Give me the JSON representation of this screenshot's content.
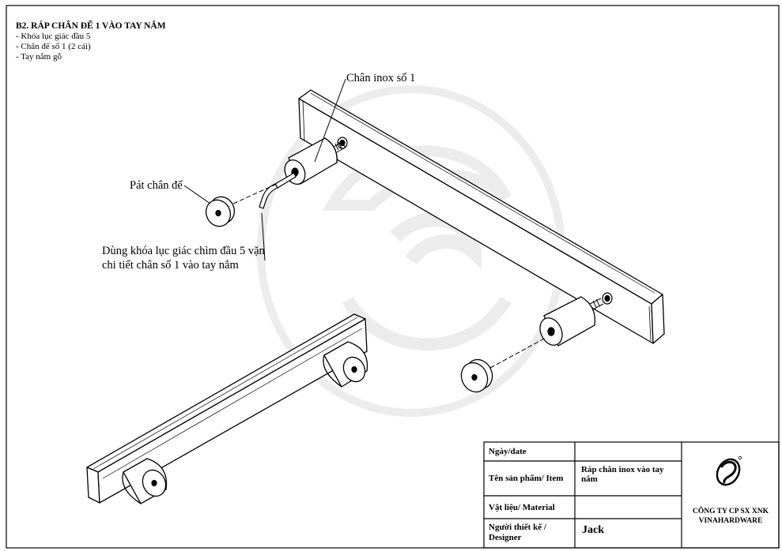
{
  "header": {
    "title": "B2. RÁP CHÂN ĐẾ 1 VÀO TAY NẮM",
    "items": [
      "- Khóa lục giác đầu 5",
      "- Chân đế số 1 (2 cái)",
      "- Tay nắm gỗ"
    ]
  },
  "labels": {
    "chan_inox": "Chân inox số 1",
    "pat_chan_de": "Pát chân đế",
    "instruction": "Dùng khóa lục giác chìm đầu 5 vặn chi tiết chân số 1 vào tay nắm"
  },
  "title_block": {
    "date_label": "Ngày/date",
    "date_value": "",
    "item_label": "Tên sản phẩm/ Item",
    "item_value": "Ráp chân inox vào tay nắm",
    "material_label": "Vật liệu/ Material",
    "material_value": "",
    "designer_label": "Người thiết kế / Designer",
    "designer_value": "Jack",
    "company": "CÔNG TY CP SX XNK VINAHARDWARE"
  },
  "colors": {
    "line": "#000000",
    "watermark": "#e9e9e9"
  },
  "icons": {
    "company_logo": "swirl-logo-icon"
  }
}
